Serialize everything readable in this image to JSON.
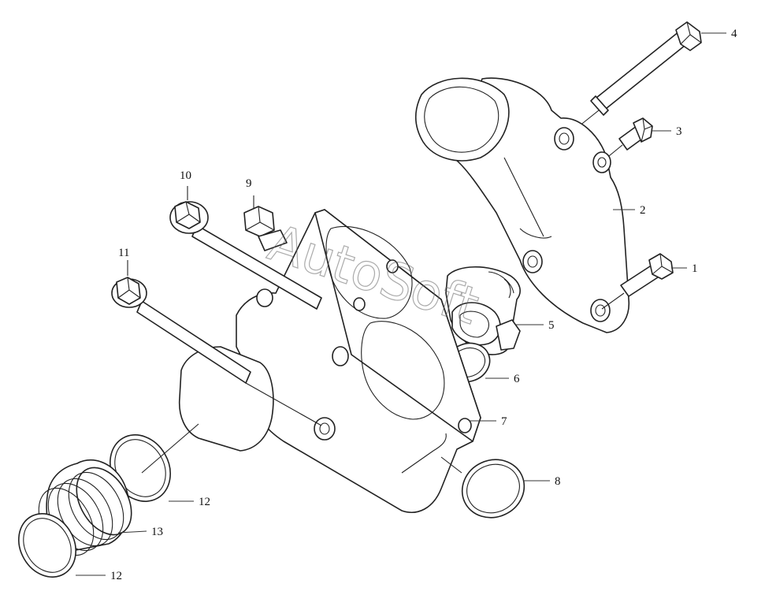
{
  "callouts": [
    {
      "id": "c1",
      "label": "1"
    },
    {
      "id": "c2",
      "label": "2"
    },
    {
      "id": "c3",
      "label": "3"
    },
    {
      "id": "c4",
      "label": "4"
    },
    {
      "id": "c5",
      "label": "5"
    },
    {
      "id": "c6",
      "label": "6"
    },
    {
      "id": "c7",
      "label": "7"
    },
    {
      "id": "c8",
      "label": "8"
    },
    {
      "id": "c9",
      "label": "9"
    },
    {
      "id": "c10",
      "label": "10"
    },
    {
      "id": "c11",
      "label": "11"
    },
    {
      "id": "c12a",
      "label": "12"
    },
    {
      "id": "c12b",
      "label": "12"
    },
    {
      "id": "c13",
      "label": "13"
    }
  ],
  "watermark": {
    "text": "AutoSoft"
  },
  "colors": {
    "line": "#222222",
    "background": "#ffffff"
  }
}
